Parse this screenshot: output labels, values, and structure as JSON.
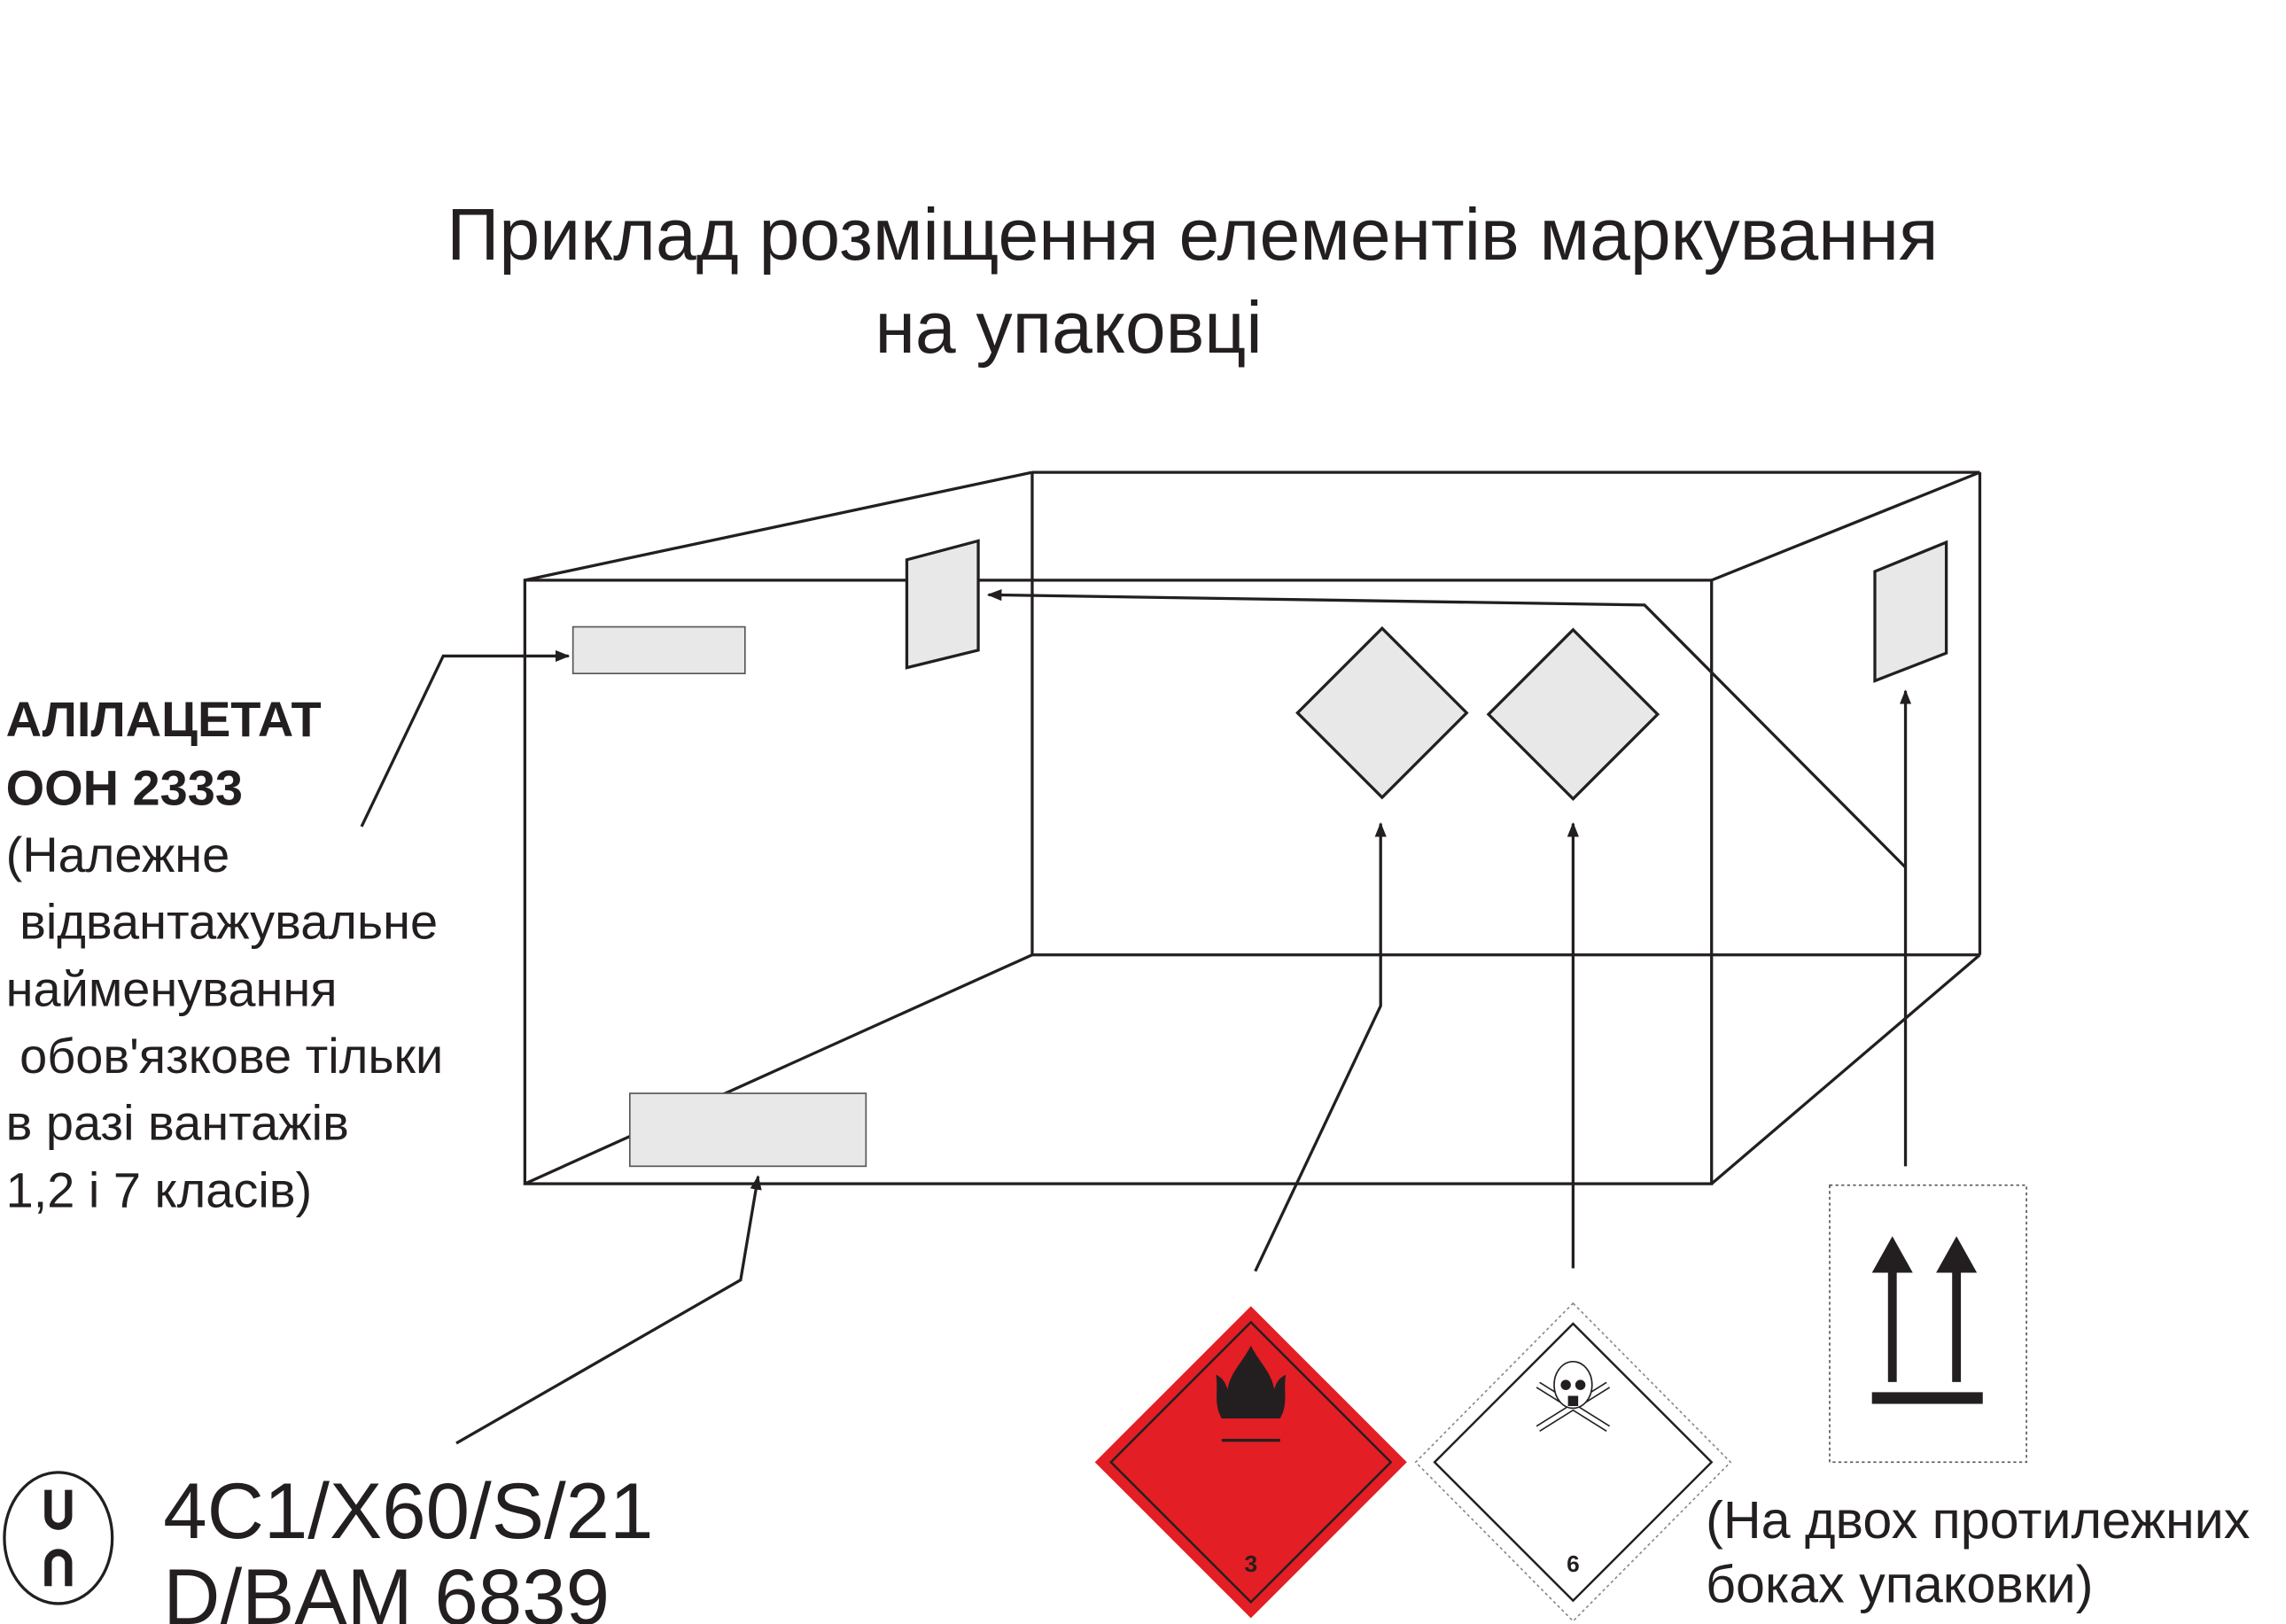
{
  "title": {
    "line1": "Приклад розміщення елементів маркування",
    "line2": "на упаковці"
  },
  "left_note": {
    "name": "АЛІЛАЦЕТАТ",
    "un_number": "ООН 2333",
    "lines": [
      "(Належне",
      " відвантажувальне",
      "найменування",
      " обов'язкове тільки",
      "в разі вантажів",
      "1,2 і 7 класів)"
    ]
  },
  "un_mark": {
    "logo_text": "UN",
    "line1": "4C1/X60/S/21",
    "line2": "D/BAM 6839"
  },
  "hazard_labels": [
    {
      "class_number": "3",
      "icon": "flame-icon",
      "color": "#e31e24"
    },
    {
      "class_number": "6",
      "icon": "skull-crossbones-icon",
      "color": "#ffffff"
    }
  ],
  "orientation_note": {
    "line1": "(На двох протилежних",
    "line2": "боках упаковки)"
  }
}
